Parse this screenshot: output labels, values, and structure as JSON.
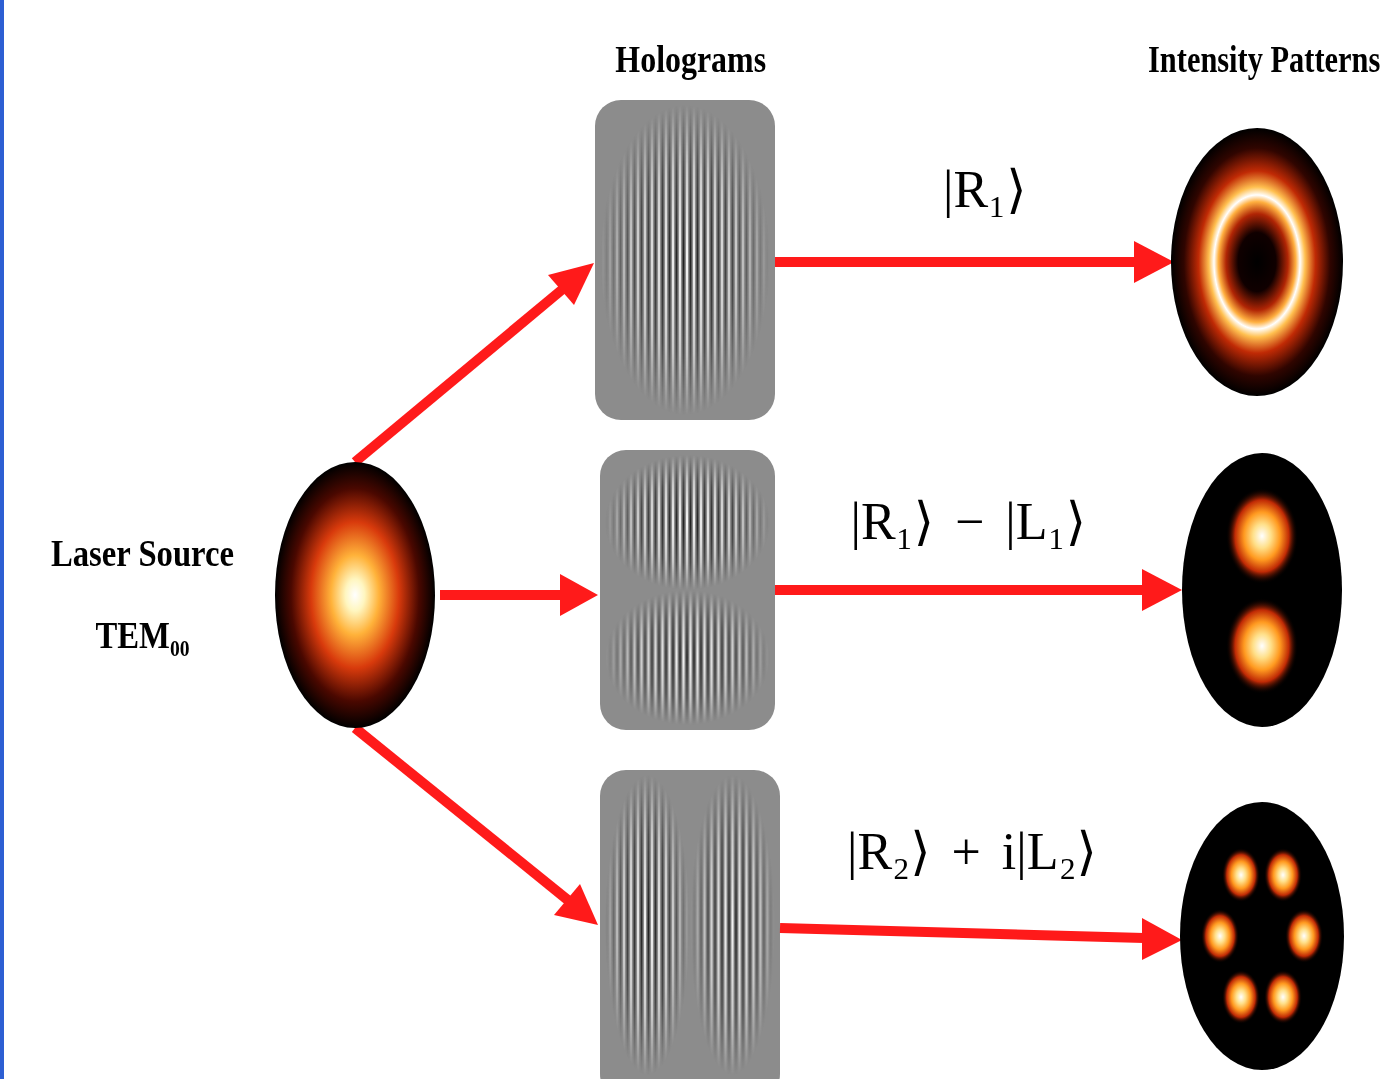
{
  "diagram": {
    "nodes": [
      {
        "text": [
          "Laser Source TEM₀₀"
        ]
      }
    ],
    "labels": [
      "Holograms",
      "Intensity Patterns",
      "|R₁⟩",
      "|R₁⟩ − |L₁⟩",
      "|R₂⟩ + i|L₂⟩"
    ]
  }
}
